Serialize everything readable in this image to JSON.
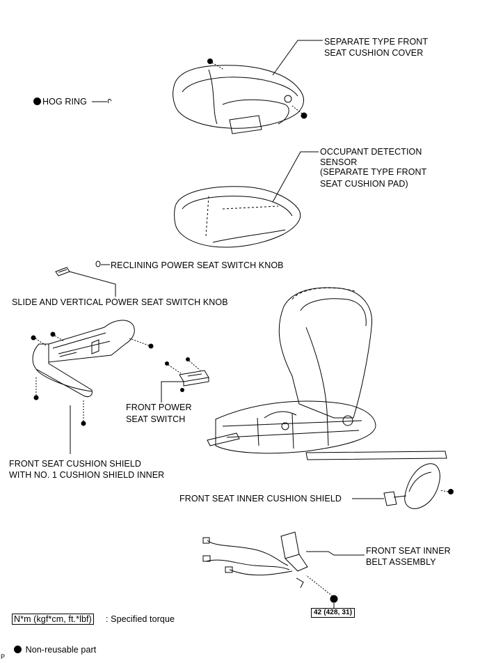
{
  "labels": {
    "cushion_cover_line1": "SEPARATE TYPE FRONT",
    "cushion_cover_line2": "SEAT CUSHION COVER",
    "hog_ring": "HOG RING",
    "sensor_line1": "OCCUPANT DETECTION",
    "sensor_line2": "SENSOR",
    "sensor_line3": "(SEPARATE TYPE FRONT",
    "sensor_line4": "SEAT CUSHION PAD)",
    "reclining_knob": "RECLINING POWER SEAT SWITCH KNOB",
    "slide_knob": "SLIDE AND VERTICAL POWER SEAT SWITCH KNOB",
    "power_switch_line1": "FRONT POWER",
    "power_switch_line2": "SEAT SWITCH",
    "shield_line1": "FRONT SEAT CUSHION SHIELD",
    "shield_line2": "WITH NO. 1 CUSHION SHIELD INNER",
    "inner_shield": "FRONT SEAT INNER CUSHION SHIELD",
    "belt_line1": "FRONT SEAT INNER",
    "belt_line2": "BELT ASSEMBLY",
    "torque_value": "42 (428, 31)"
  },
  "legend": {
    "torque_unit": "N*m (kgf*cm, ft.*lbf)",
    "torque_desc": ": Specified torque",
    "nonreusable_desc": "Non-reusable part"
  },
  "corner_mark": "P"
}
